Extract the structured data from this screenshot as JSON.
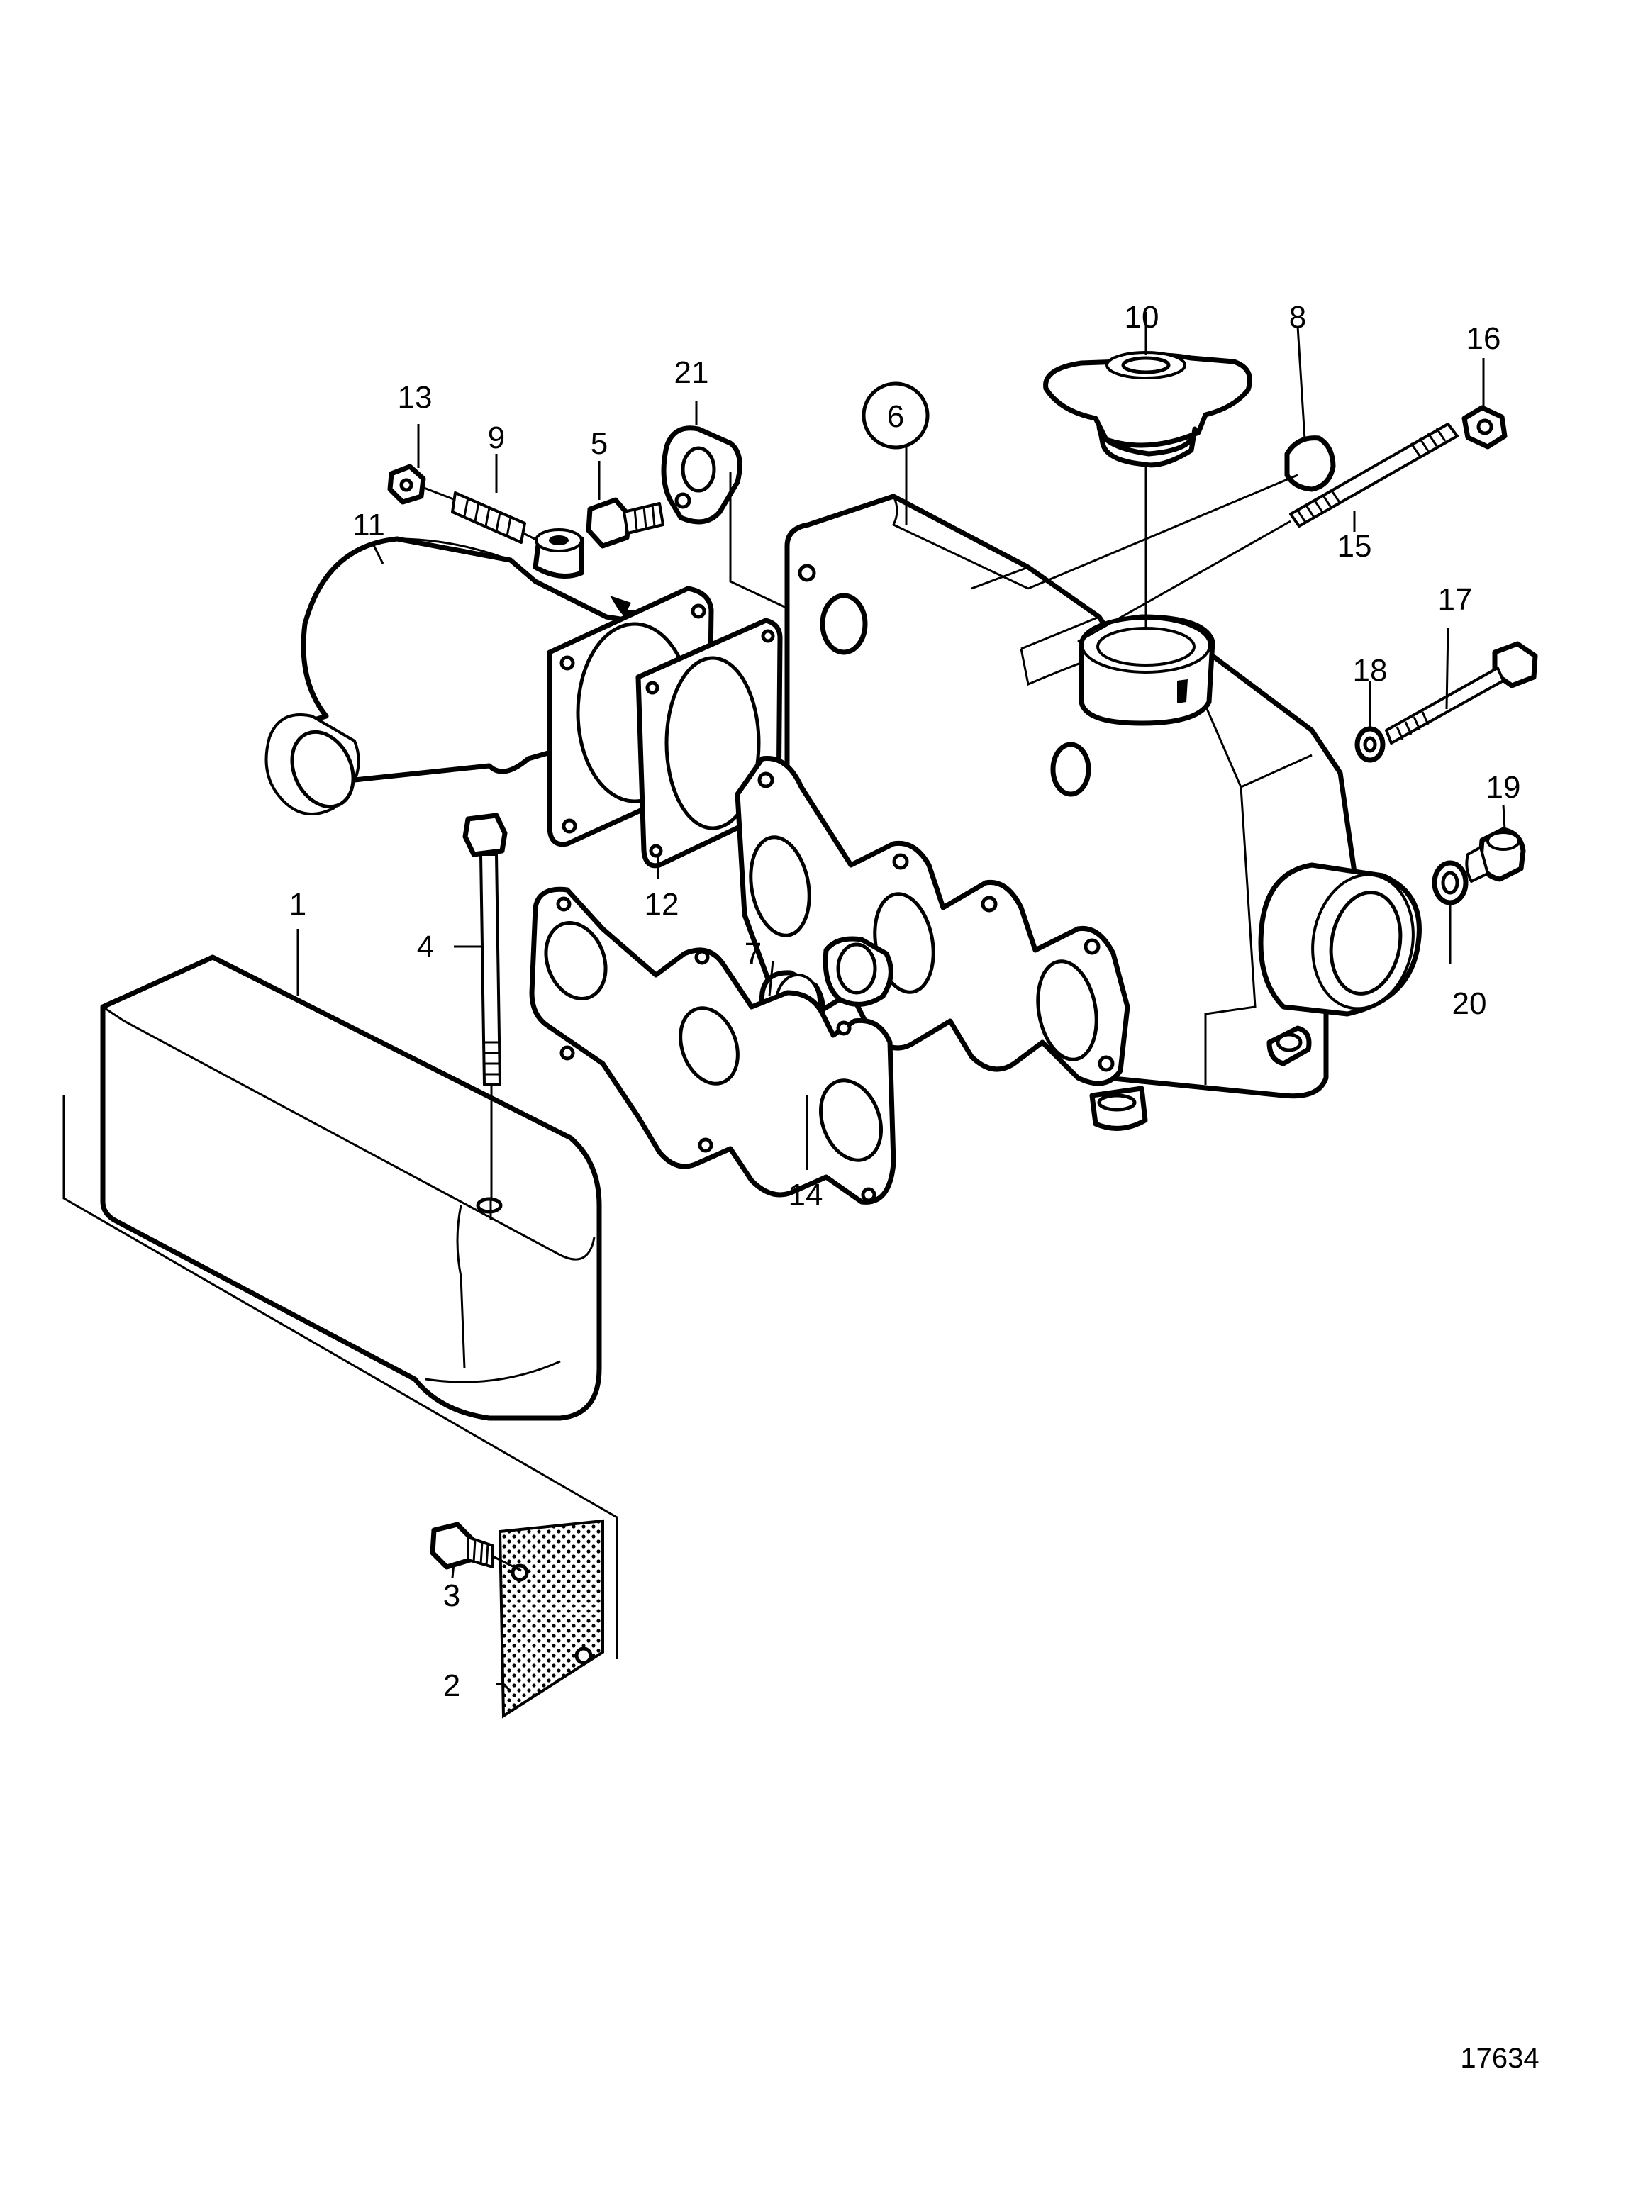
{
  "figure_id": "17634",
  "callouts": {
    "c1": "1",
    "c2": "2",
    "c3": "3",
    "c4": "4",
    "c5": "5",
    "c6": "6",
    "c7": "7",
    "c8": "8",
    "c9": "9",
    "c10": "10",
    "c11": "11",
    "c12": "12",
    "c13": "13",
    "c14": "14",
    "c15": "15",
    "c16": "16",
    "c17": "17",
    "c18": "18",
    "c19": "19",
    "c20": "20",
    "c21": "21"
  }
}
